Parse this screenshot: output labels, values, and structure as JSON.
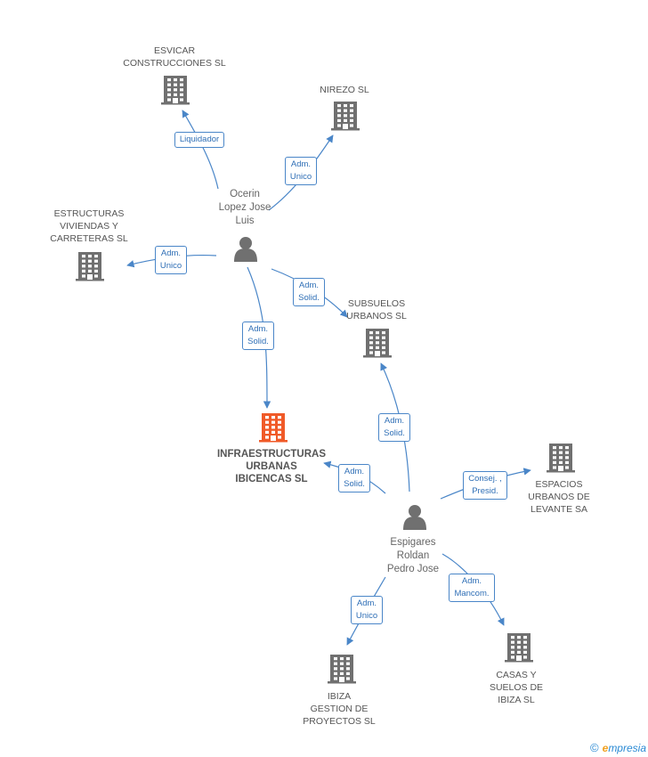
{
  "colors": {
    "node": "#707070",
    "focus": "#f05a28",
    "edge": "#4a86c8"
  },
  "nodes": [
    {
      "id": "esvicar",
      "kind": "company",
      "lines": [
        "ESVICAR",
        "CONSTRUCCIONES SL"
      ]
    },
    {
      "id": "nirezo",
      "kind": "company",
      "lines": [
        "NIREZO SL"
      ]
    },
    {
      "id": "estructuras",
      "kind": "company",
      "lines": [
        "ESTRUCTURAS",
        "VIVIENDAS Y",
        "CARRETERAS SL"
      ]
    },
    {
      "id": "ocerin",
      "kind": "person",
      "lines": [
        "Ocerin",
        "Lopez Jose",
        "Luis"
      ]
    },
    {
      "id": "subsuelos",
      "kind": "company",
      "lines": [
        "SUBSUELOS",
        "URBANOS SL"
      ]
    },
    {
      "id": "infra",
      "kind": "focus",
      "lines": [
        "INFRAESTRUCTURAS",
        "URBANAS",
        "IBICENCAS SL"
      ]
    },
    {
      "id": "espacios",
      "kind": "company",
      "lines": [
        "ESPACIOS",
        "URBANOS DE",
        "LEVANTE SA"
      ]
    },
    {
      "id": "espigares",
      "kind": "person",
      "lines": [
        "Espigares",
        "Roldan",
        "Pedro Jose"
      ]
    },
    {
      "id": "ibiza",
      "kind": "company",
      "lines": [
        "IBIZA",
        "GESTION DE",
        "PROYECTOS SL"
      ]
    },
    {
      "id": "casas",
      "kind": "company",
      "lines": [
        "CASAS Y",
        "SUELOS DE",
        "IBIZA SL"
      ]
    }
  ],
  "edges": [
    {
      "id": "e1",
      "from": "ocerin",
      "to": "esvicar",
      "lines": [
        "Liquidador"
      ]
    },
    {
      "id": "e2",
      "from": "ocerin",
      "to": "nirezo",
      "lines": [
        "Adm.",
        "Unico"
      ]
    },
    {
      "id": "e3",
      "from": "ocerin",
      "to": "estructuras",
      "lines": [
        "Adm.",
        "Unico"
      ]
    },
    {
      "id": "e4",
      "from": "ocerin",
      "to": "subsuelos",
      "lines": [
        "Adm.",
        "Solid."
      ]
    },
    {
      "id": "e5",
      "from": "ocerin",
      "to": "infra",
      "lines": [
        "Adm.",
        "Solid."
      ]
    },
    {
      "id": "e6",
      "from": "espigares",
      "to": "subsuelos",
      "lines": [
        "Adm.",
        "Solid."
      ]
    },
    {
      "id": "e7",
      "from": "espigares",
      "to": "infra",
      "lines": [
        "Adm.",
        "Solid."
      ]
    },
    {
      "id": "e8",
      "from": "espigares",
      "to": "espacios",
      "lines": [
        "Consej. ,",
        "Presid."
      ]
    },
    {
      "id": "e9",
      "from": "espigares",
      "to": "ibiza",
      "lines": [
        "Adm.",
        "Unico"
      ]
    },
    {
      "id": "e10",
      "from": "espigares",
      "to": "casas",
      "lines": [
        "Adm.",
        "Mancom."
      ]
    }
  ],
  "footer": {
    "copyright": "©",
    "brand_first": "e",
    "brand_rest": "mpresia"
  }
}
